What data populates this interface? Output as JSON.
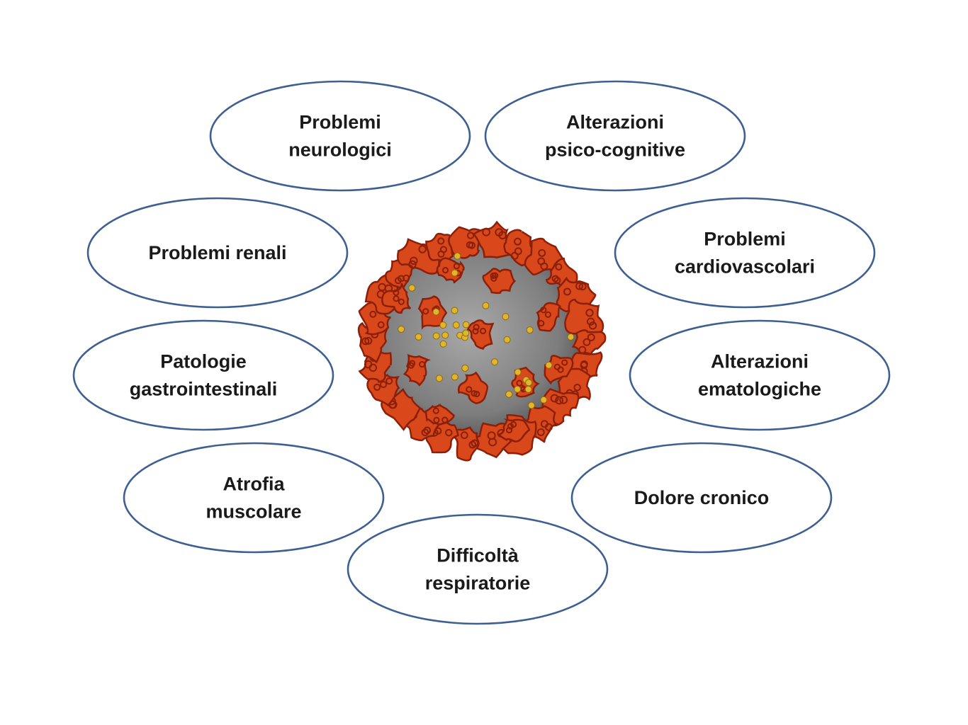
{
  "colors": {
    "ellipse_stroke": "#3e5f91",
    "text": "#1a1a1a",
    "virus_body": "#8a8a8a",
    "spike": "#d9481a",
    "spike_dark": "#8c1f0a",
    "dot": "#e2b52a"
  },
  "virus": {
    "icon": "coronavirus-illustration"
  },
  "nodes": [
    {
      "id": "neuro",
      "lines": [
        "Problemi",
        "neurologici"
      ]
    },
    {
      "id": "psico",
      "lines": [
        "Alterazioni",
        "psico-cognitive"
      ]
    },
    {
      "id": "renali",
      "lines": [
        "Problemi renali"
      ]
    },
    {
      "id": "cardio",
      "lines": [
        "Problemi",
        "cardiovascolari"
      ]
    },
    {
      "id": "gastro",
      "lines": [
        "Patologie",
        "gastrointestinali"
      ]
    },
    {
      "id": "emato",
      "lines": [
        "Alterazioni",
        "ematologiche"
      ]
    },
    {
      "id": "atrofia",
      "lines": [
        "Atrofia",
        "muscolare"
      ]
    },
    {
      "id": "dolore",
      "lines": [
        "Dolore cronico"
      ]
    },
    {
      "id": "respir",
      "lines": [
        "Difficoltà",
        "respiratorie"
      ]
    }
  ]
}
